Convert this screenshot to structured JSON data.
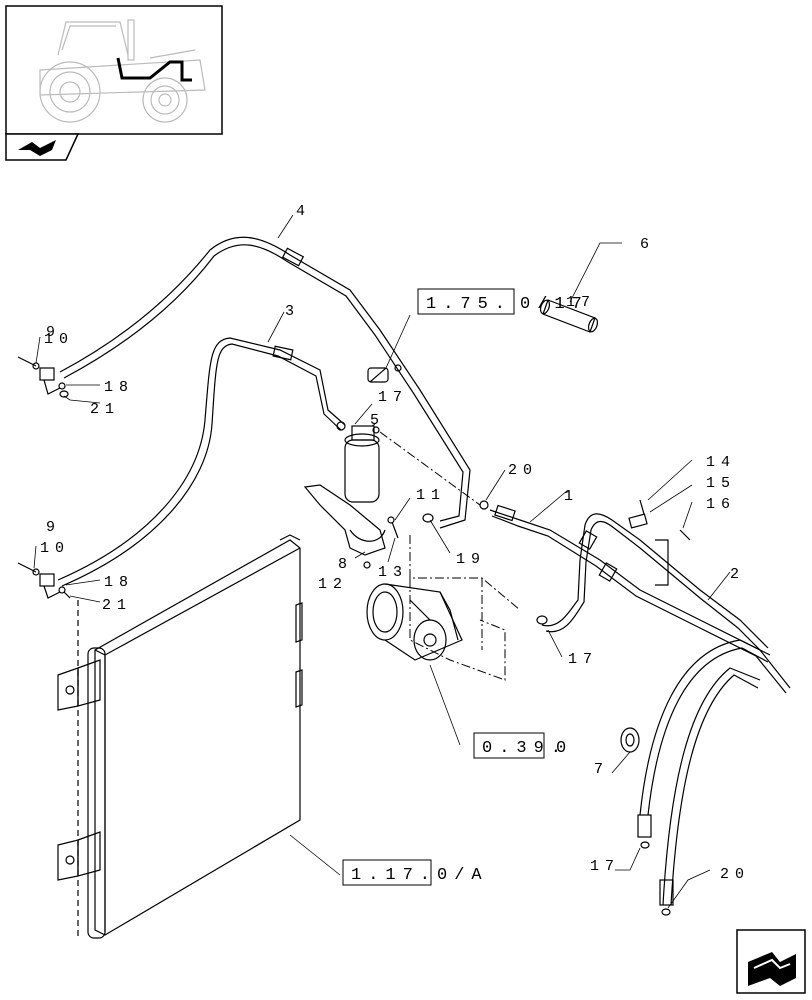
{
  "diagram": {
    "callouts": {
      "c1": "1",
      "c2": "2",
      "c3": "3",
      "c4": "4",
      "c5": "5",
      "c6": "6",
      "c7": "7",
      "c8": "8",
      "c9a": "9",
      "c9b": "9",
      "c10a": "10",
      "c10b": "10",
      "c11": "11",
      "c12": "12",
      "c13": "13",
      "c14": "14",
      "c15": "15",
      "c16": "16",
      "c17a": "17",
      "c17b": "17",
      "c17c": "17",
      "c17d": "17",
      "c18a": "18",
      "c18b": "18",
      "c19": "19",
      "c20a": "20",
      "c20b": "20",
      "c21a": "21",
      "c21b": "21"
    },
    "references": {
      "ref_pressure_switch": {
        "boxed": "1.75.",
        "rest": "0/17"
      },
      "ref_compressor": {
        "boxed": "0.39.",
        "rest": "0"
      },
      "ref_condenser": {
        "boxed": "1.17.",
        "rest": "0/A"
      }
    },
    "icons": {
      "thumbnail": "tractor-thumbnail-icon",
      "nav_prev": "previous-page-icon",
      "nav_next": "next-page-icon"
    }
  }
}
